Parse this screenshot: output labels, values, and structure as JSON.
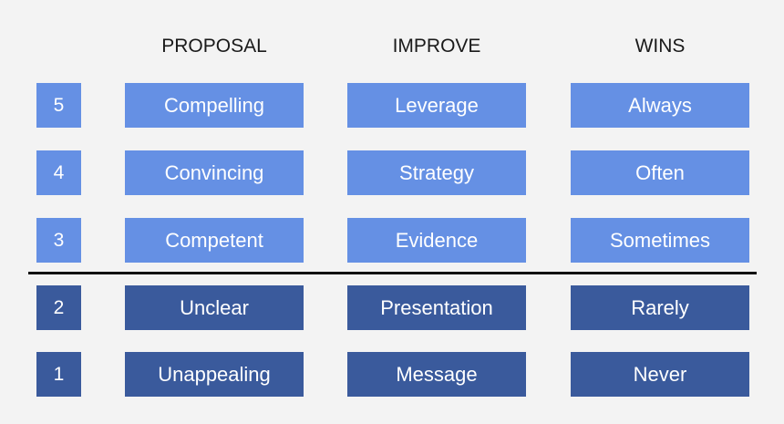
{
  "headers": {
    "proposal": "PROPOSAL",
    "improve": "IMPROVE",
    "wins": "WINS"
  },
  "rows": [
    {
      "level": "5",
      "proposal": "Compelling",
      "improve": "Leverage",
      "wins": "Always"
    },
    {
      "level": "4",
      "proposal": "Convincing",
      "improve": "Strategy",
      "wins": "Often"
    },
    {
      "level": "3",
      "proposal": "Competent",
      "improve": "Evidence",
      "wins": "Sometimes"
    },
    {
      "level": "2",
      "proposal": "Unclear",
      "improve": "Presentation",
      "wins": "Rarely"
    },
    {
      "level": "1",
      "proposal": "Unappealing",
      "improve": "Message",
      "wins": "Never"
    }
  ],
  "colors": {
    "background": "#f3f3f3",
    "upper_tier": "#6590e4",
    "lower_tier": "#3a5a9c",
    "divider": "#111111",
    "text": "#ffffff"
  }
}
